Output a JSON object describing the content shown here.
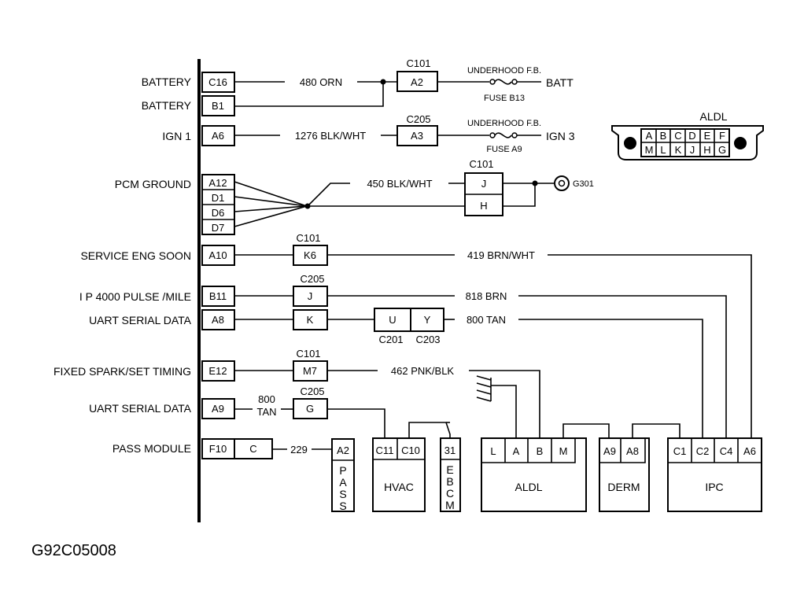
{
  "figure_id": "G92C05008",
  "pcm_labels": {
    "battery_1": "BATTERY",
    "battery_2": "BATTERY",
    "ign1": "IGN 1",
    "pcm_ground": "PCM GROUND",
    "service_eng_soon": "SERVICE ENG SOON",
    "ip_pulse": "I P 4000 PULSE /MILE",
    "uart_1": "UART SERIAL DATA",
    "fixed_spark": "FIXED SPARK/SET TIMING",
    "uart_2": "UART SERIAL DATA",
    "pass_module": "PASS MODULE"
  },
  "pcm_pins": {
    "c16": "C16",
    "b1": "B1",
    "a6": "A6",
    "a12": "A12",
    "d1": "D1",
    "d6": "D6",
    "d7": "D7",
    "a10": "A10",
    "b11": "B11",
    "a8": "A8",
    "e12": "E12",
    "a9": "A9",
    "f10": "F10",
    "c": "C"
  },
  "wires": {
    "w480": "480 ORN",
    "w1276": "1276 BLK/WHT",
    "w450": "450 BLK/WHT",
    "w419": "419 BRN/WHT",
    "w818": "818 BRN",
    "w800_1": "800 TAN",
    "w462": "462 PNK/BLK",
    "w800_2a": "800",
    "w800_2b": "TAN",
    "w229": "229"
  },
  "connectors": {
    "c101_a": "C101",
    "c205_a": "C205",
    "c101_b": "C101",
    "c101_c": "C101",
    "c205_b": "C205",
    "c101_d": "C101",
    "c205_c": "C205",
    "c201": "C201",
    "c203": "C203"
  },
  "connector_pins": {
    "a2": "A2",
    "a3": "A3",
    "j1": "J",
    "h": "H",
    "k6": "K6",
    "j2": "J",
    "k": "K",
    "u": "U",
    "y": "Y",
    "m7": "M7",
    "g": "G"
  },
  "fuse_labels": {
    "uh1": "UNDERHOOD F.B.",
    "fuse1": "FUSE B13",
    "batt": "BATT",
    "uh2": "UNDERHOOD F.B.",
    "fuse2": "FUSE A9",
    "ign3": "IGN 3"
  },
  "ground": "G301",
  "aldl_connector": {
    "title": "ALDL",
    "top_pins": [
      "A",
      "B",
      "C",
      "D",
      "E",
      "F"
    ],
    "bottom_pins": [
      "M",
      "L",
      "K",
      "J",
      "H",
      "G"
    ]
  },
  "modules": {
    "pass": {
      "pin": "A2",
      "letters": [
        "P",
        "A",
        "S",
        "S"
      ]
    },
    "hvac": {
      "pins": [
        "C11",
        "C10"
      ],
      "name": "HVAC"
    },
    "ebcm": {
      "pin": "31",
      "letters": [
        "E",
        "B",
        "C",
        "M"
      ]
    },
    "aldl": {
      "pins": [
        "L",
        "A",
        "B",
        "M"
      ],
      "name": "ALDL"
    },
    "derm": {
      "pins": [
        "A9",
        "A8"
      ],
      "name": "DERM"
    },
    "ipc": {
      "pins": [
        "C1",
        "C2",
        "C4",
        "A6"
      ],
      "name": "IPC"
    }
  }
}
